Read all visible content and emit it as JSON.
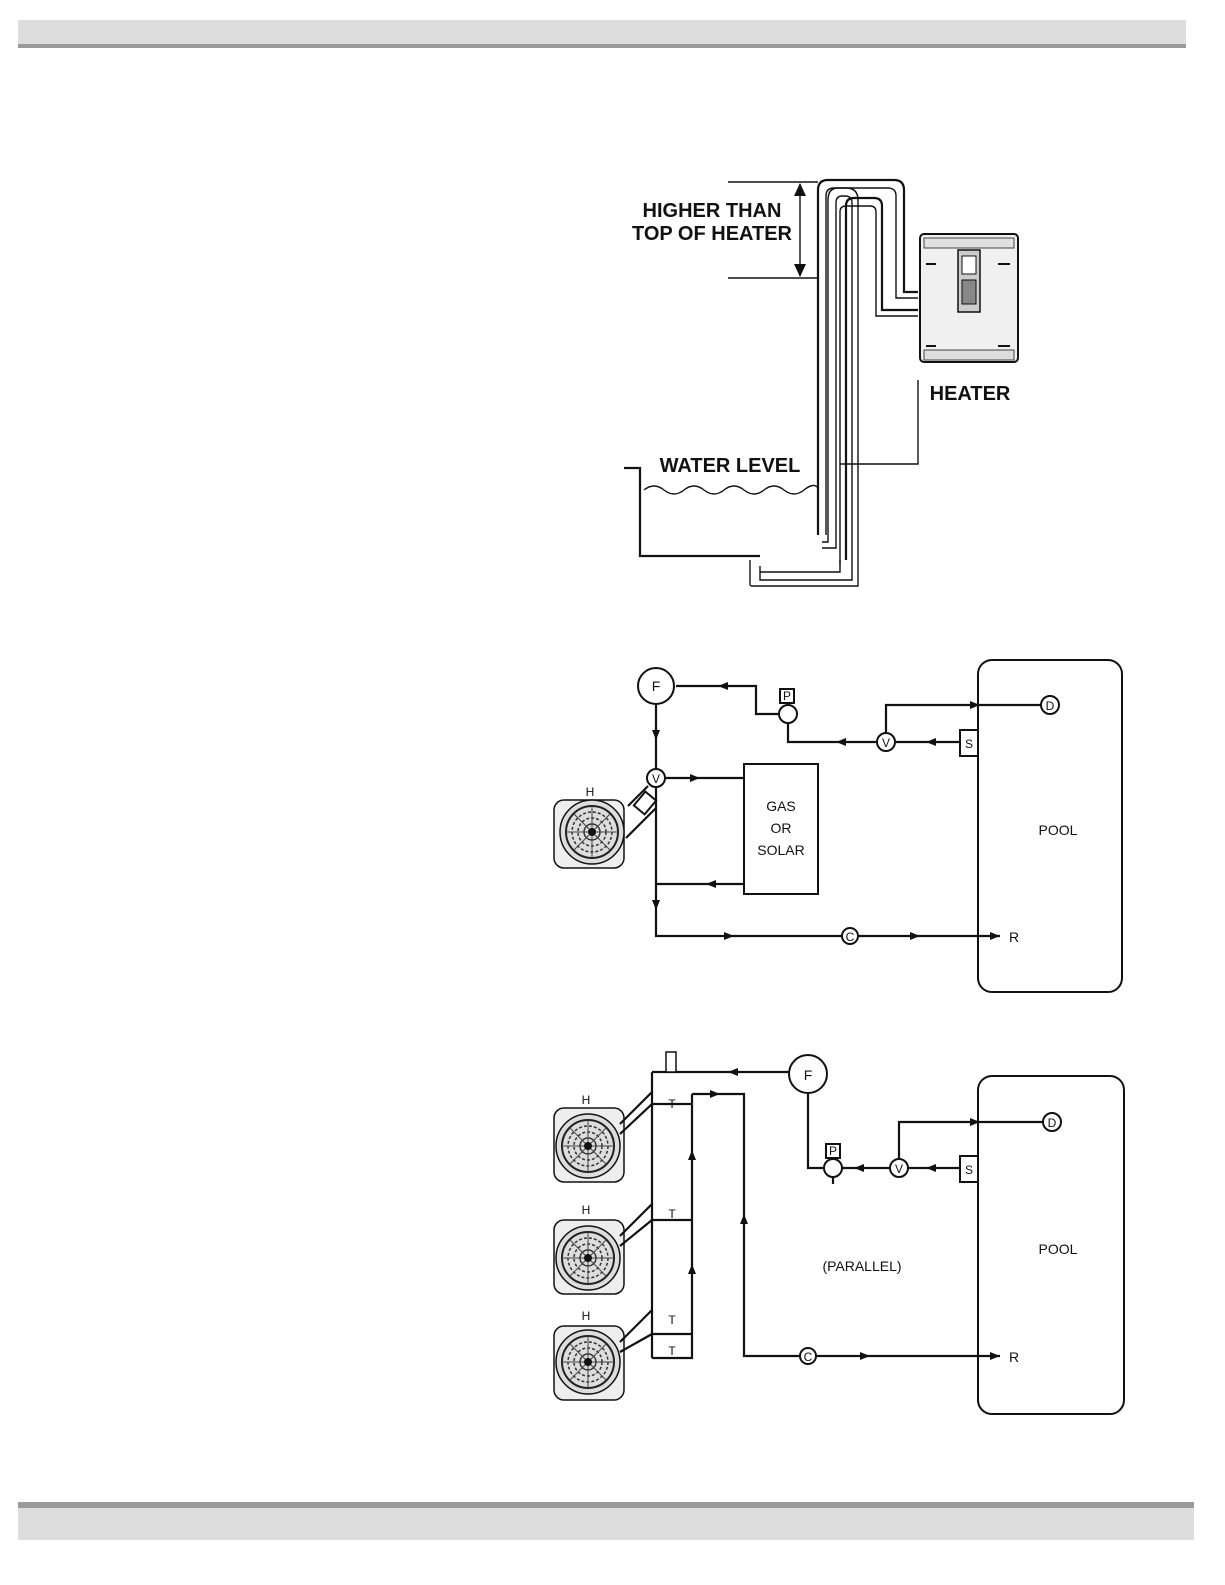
{
  "fig1": {
    "higher_line1": "HIGHER THAN",
    "higher_line2": "TOP OF HEATER",
    "heater": "HEATER",
    "water_level": "WATER LEVEL"
  },
  "fig2": {
    "F": "F",
    "P": "P",
    "D": "D",
    "V1": "V",
    "V2": "V",
    "S": "S",
    "H": "H",
    "gas1": "GAS",
    "gas2": "OR",
    "gas3": "SOLAR",
    "C": "C",
    "R": "R",
    "pool": "POOL"
  },
  "fig3": {
    "F": "F",
    "P": "P",
    "D": "D",
    "V": "V",
    "S": "S",
    "H1": "H",
    "H2": "H",
    "H3": "H",
    "T1": "T",
    "T2": "T",
    "T3": "T",
    "T4": "T",
    "parallel": "(PARALLEL)",
    "C": "C",
    "R": "R",
    "pool": "POOL"
  }
}
